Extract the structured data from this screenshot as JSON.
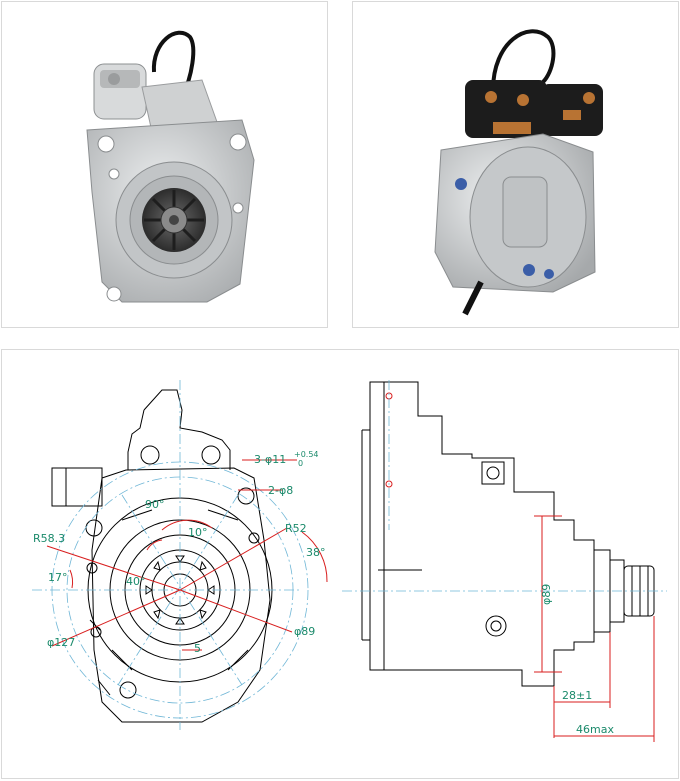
{
  "colors": {
    "drawing_line": "#000000",
    "dimension_line": "#d81e1e",
    "dimension_text": "#1b8a6b",
    "center_line": "#6fb6d6",
    "housing": "#c9cbcc",
    "terminal": "#b87333"
  },
  "front_drawing": {
    "labels": {
      "holes_3": "3-φ11",
      "tol_upper": "+0.54",
      "tol_lower": "0",
      "holes_2": "2-φ8",
      "angle_90": "90°",
      "angle_10": "10°",
      "r58": "R58.3",
      "r52": "R52",
      "angle_38": "38°",
      "angle_17": "17°",
      "angle_40": "40°",
      "d127": "φ127",
      "d89": "φ89",
      "five": "5"
    }
  },
  "side_drawing": {
    "labels": {
      "d89": "φ89",
      "len_28": "28±1",
      "len_46": "46max"
    }
  }
}
